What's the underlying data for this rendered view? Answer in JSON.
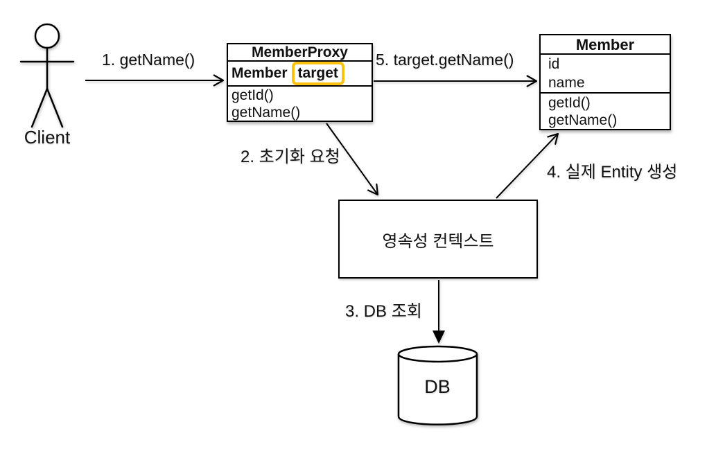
{
  "colors": {
    "stroke": "#000000",
    "highlight": "#FFC20E",
    "background": "#FFFFFF",
    "text": "#111111"
  },
  "actor": {
    "label": "Client"
  },
  "classes": {
    "proxy": {
      "title": "MemberProxy",
      "field_type": "Member",
      "field_name": "target",
      "methods": [
        "getId()",
        "getName()"
      ]
    },
    "member": {
      "title": "Member",
      "fields": [
        "id",
        "name"
      ],
      "methods": [
        "getId()",
        "getName()"
      ]
    }
  },
  "context": {
    "label": "영속성 컨텍스트"
  },
  "database": {
    "label": "DB"
  },
  "edges": {
    "e1": {
      "label": "1. getName()"
    },
    "e2": {
      "label": "2. 초기화 요청"
    },
    "e3": {
      "label": "3. DB 조회"
    },
    "e4": {
      "label": "4. 실제 Entity 생성"
    },
    "e5": {
      "label": "5. target.getName()"
    }
  }
}
